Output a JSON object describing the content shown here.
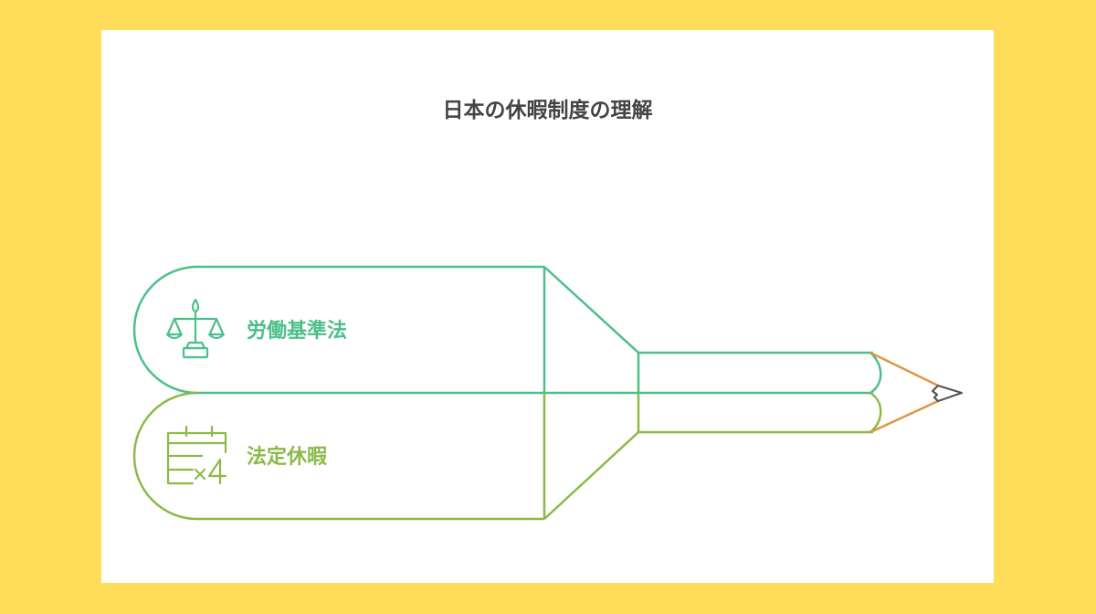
{
  "title": "日本の休暇制度の理解",
  "colors": {
    "background": "#FFDC5A",
    "card": "#FFFFFF",
    "green": "#4CBF8A",
    "olive": "#8BBA47",
    "orange": "#DE9644",
    "dark": "#555555"
  },
  "items": [
    {
      "label": "労働基準法",
      "icon": "scales-of-justice-icon"
    },
    {
      "label": "法定休暇",
      "icon": "calendar-times-four-icon"
    }
  ]
}
